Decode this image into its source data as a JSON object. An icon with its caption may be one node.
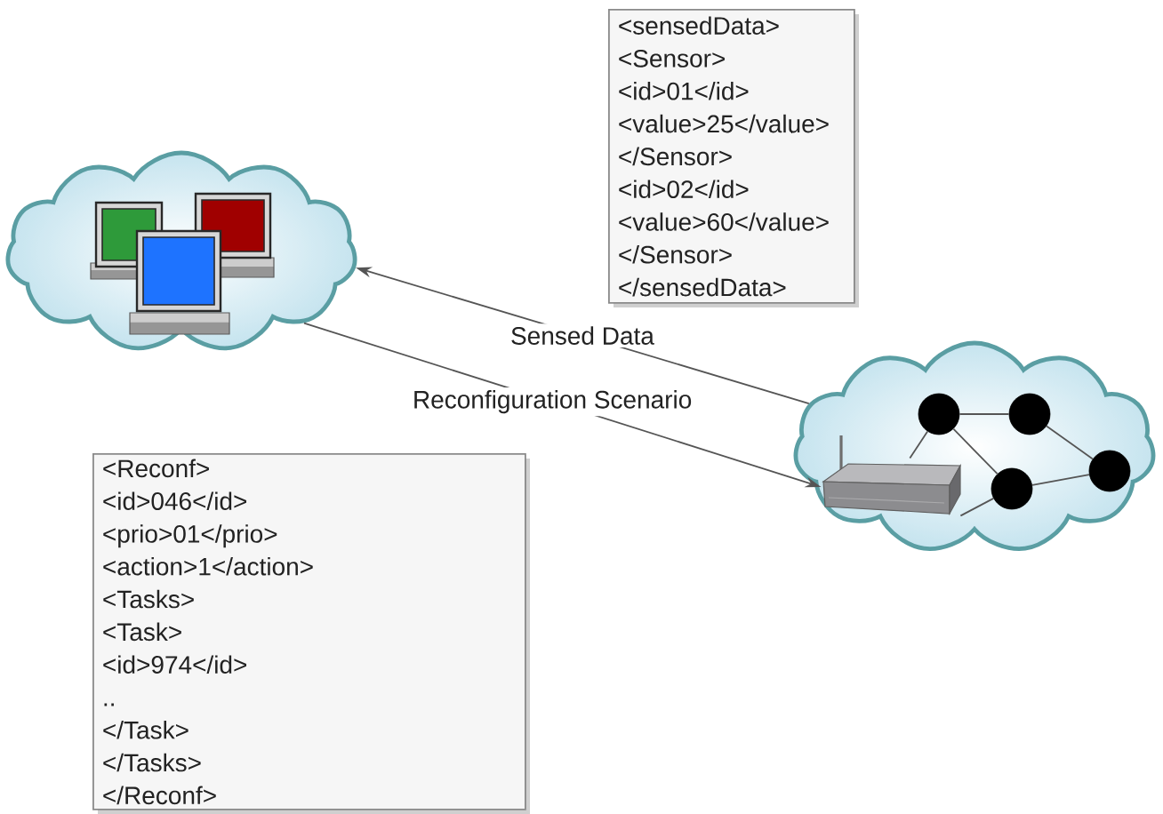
{
  "diagram": {
    "nodes": [
      {
        "text": [
          "<sensedData>",
          "<Sensor>",
          "<id>01</id>",
          "<value>25</value>",
          "</Sensor>",
          "<id>02</id>",
          "<value>60</value>",
          "</Sensor>",
          "</sensedData>"
        ]
      },
      {
        "text": [],
        "shape": "cloud"
      },
      {
        "text": [],
        "shape": "cloud"
      },
      {
        "text": [],
        "shape": "picture",
        "in": 2
      },
      {
        "text": [],
        "shape": "circle",
        "in": 2
      },
      {
        "text": [],
        "shape": "circle",
        "in": 2
      },
      {
        "text": [],
        "shape": "circle",
        "in": 2
      },
      {
        "text": [],
        "shape": "circle",
        "in": 2
      },
      {
        "text": [
          "<Reconf>",
          "<id>046</id>",
          "<prio>01</prio>",
          "<action>1</action>",
          "<Tasks>",
          "<Task>",
          "<id>974</id>",
          "..",
          "</Task>",
          "</Tasks>",
          "</Reconf>"
        ]
      }
    ],
    "edges": [
      {
        "from": 2,
        "to": 1,
        "arrow": "to",
        "label": "Sensed Data"
      },
      {
        "from": 1,
        "to": 3,
        "arrow": "to",
        "label": "Reconfiguration Scenario"
      },
      {
        "from": 4,
        "to": 6,
        "arrow": "none"
      },
      {
        "from": 6,
        "to": 7,
        "arrow": "none"
      },
      {
        "from": 7,
        "to": 5,
        "arrow": "none"
      },
      {
        "from": 4,
        "to": 5,
        "arrow": "none"
      },
      {
        "from": 3,
        "to": 4,
        "arrow": "none"
      },
      {
        "from": 3,
        "to": 5,
        "arrow": "none"
      }
    ]
  }
}
